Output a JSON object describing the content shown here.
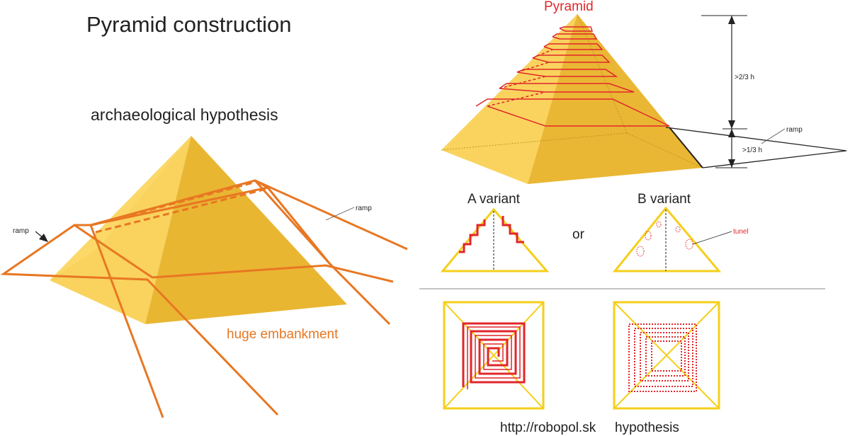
{
  "title": "Pyramid construction",
  "left": {
    "heading": "archaeological hypothesis",
    "ramp_label_left": "ramp",
    "ramp_label_right": "ramp",
    "embankment_label": "huge embankment"
  },
  "right_top": {
    "heading": "Pyramid",
    "upper_height_label": ">2/3 h",
    "lower_height_label": ">1/3 h",
    "ramp_label": "ramp"
  },
  "variants": {
    "a_label": "A variant",
    "or_label": "or",
    "b_label": "B variant",
    "tunnel_label": "tunel"
  },
  "footer": {
    "url": "http://robopol.sk",
    "word": "hypothesis"
  },
  "colors": {
    "pyramid_light": "#f7d257",
    "pyramid_dark": "#e8b52e",
    "pyramid_top": "#fbe07a",
    "embankment": "#e87722",
    "red": "#e1262b",
    "yellow_line": "#f5cf1a",
    "text": "#222222"
  }
}
